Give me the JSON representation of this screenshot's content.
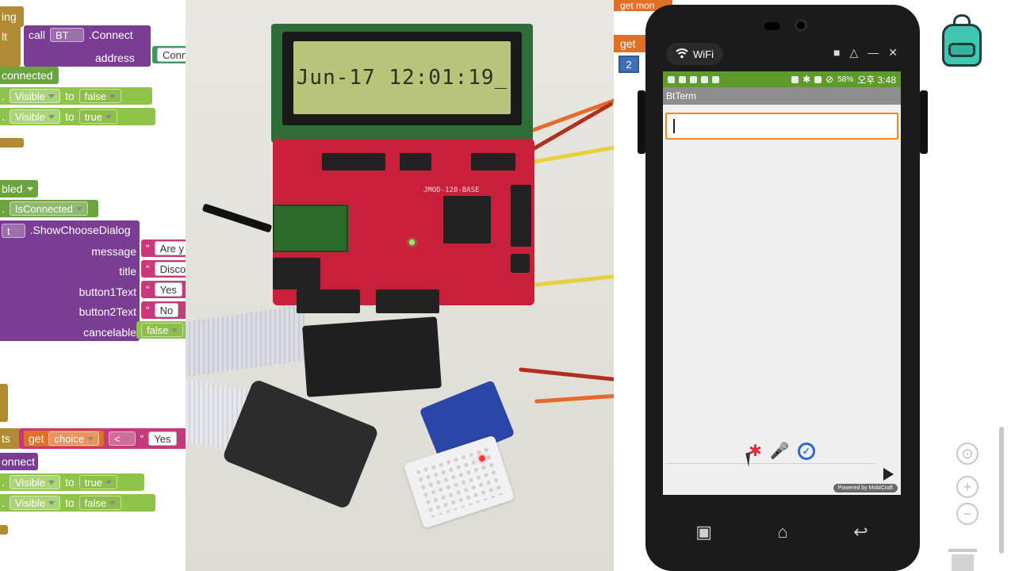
{
  "blocks": {
    "b1": "ing",
    "b2_left": "lt",
    "b2_call": "call",
    "b2_component": "BT",
    "b2_method": ".Connect",
    "b2_arg": "address",
    "b2_value": "Conn",
    "b3": "connected",
    "b4_prop": "Visible",
    "b4_to": "to",
    "b4_val": "false",
    "b5_prop": "Visible",
    "b5_to": "to",
    "b5_val": "true",
    "b6": "bled",
    "b7_prop": "IsConnected",
    "b8_left": "t",
    "b8_method": ".ShowChooseDialog",
    "args": [
      {
        "label": "message",
        "value": "Are y"
      },
      {
        "label": "title",
        "value": "Disco"
      },
      {
        "label": "button1Text",
        "value": "Yes"
      },
      {
        "label": "button2Text",
        "value": "No"
      },
      {
        "label": "cancelable",
        "value": "false"
      }
    ],
    "b9_left": "ts",
    "b9_get": "get",
    "b9_var": "choice",
    "b9_op": "<",
    "b9_value": "Yes",
    "b10": "onnect",
    "b11_prop": "Visible",
    "b11_to": "to",
    "b11_val": "true",
    "b12_prop": "Visible",
    "b12_to": "to",
    "b12_val": "false"
  },
  "lcd": {
    "text": "Jun-17 12:01:19_"
  },
  "photo": {
    "board_label": "JMOD-128-BASE"
  },
  "designer": {
    "top_block_1": "get mon",
    "top_block_2": "get",
    "badge": "2"
  },
  "phone": {
    "wifi_label": "WiFi",
    "battery": "58%",
    "time": "오후 3:48",
    "app_title": "BtTerm",
    "powered_by": "Powered by MobiCraft"
  },
  "colors": {
    "status_green": "#5f9a2c",
    "input_focus": "#f08a1c",
    "bluetooth_red": "#e12b3a",
    "alarm_blue": "#2e66d6",
    "backpack_teal": "#3ec6b0"
  }
}
